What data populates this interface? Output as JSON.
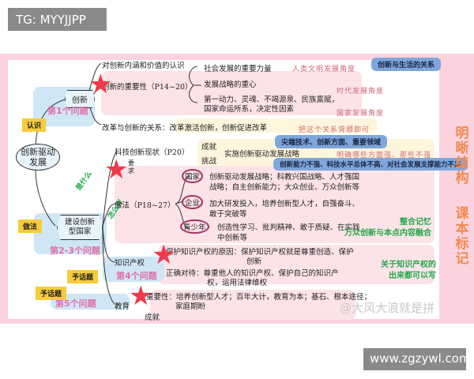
{
  "tag": "TG: MYYJJPP",
  "root": "创新驱动发展",
  "branch1": {
    "label": "创新",
    "note": "认识",
    "question": "第1个问题",
    "items": [
      "对创新内涵和价值的认识",
      "创新的重要性（P14~20）",
      "改革与创新的关系：改革激活创新，创新促进改革"
    ],
    "importance": [
      "社会发展的重要力量",
      "发展战略的重心",
      "第一动力、灵魂、不竭源泉、民族禀赋，",
      "国家命运所系，决定性因素"
    ],
    "hints": [
      "人类文明发展角度",
      "时代发展角度",
      "国家发展角度",
      "把这个关系背顺即可"
    ],
    "blue_label": "创新与生活的关系"
  },
  "branch2": {
    "label": "建设创新型国家",
    "note": "做法",
    "question": "第2-3个问题",
    "what": "是什么",
    "how": "怎么样",
    "yaoqiu": "要求",
    "status": "科技创新现状（P20）",
    "achieve": "成就",
    "challenge": "挑战",
    "strategy": "实施创新驱动发展战略",
    "bar1": "尖端技术、创新方面、重要领域",
    "hint1": "明确哪些方面强、那些不强",
    "bar2": "创新能力不强、科技水平总体不高、对社会发展支撑能力不足",
    "method": "做法（P18~27）",
    "actors": [
      {
        "who": "国家",
        "text": [
          "创新驱动发展战略；科教兴国战略、人才强国",
          "战略；自主创新能力；大众创业、万众创新等"
        ]
      },
      {
        "who": "企业",
        "text": [
          "加大研发投入，培养创新型人才，自强奋斗、",
          "敢于突破等"
        ]
      },
      {
        "who": "青少年",
        "text": [
          "创造性学习、批判精神、敢于质疑、在实践",
          "中创新等"
        ]
      }
    ],
    "green": [
      "整合记忆",
      "万众创新与本点内容融合"
    ]
  },
  "branch3": {
    "label": "知识产权",
    "note": "予话题",
    "question": "第4个问题",
    "lines": [
      "保护知识产权的原因：保护知识产权就是尊重创造、保护",
      "创新",
      "正确对待：尊重他人的知识产权、保护自己的知识产",
      "权，运用法律维权"
    ],
    "green": [
      "关于知识产权的",
      "出来都可以写"
    ]
  },
  "branch4": {
    "label": "教育",
    "note": "予话题",
    "question": "第5个问题",
    "lines": [
      "重要性：培养创新型人才；百年大计，教育为本；基石、根本途径；",
      "家庭期盼"
    ],
    "achieve": "成就"
  },
  "side": [
    "明晰结构",
    "课本标记"
  ],
  "watermark": "@大风大浪就是拼",
  "site": "www.zgzywl.com"
}
